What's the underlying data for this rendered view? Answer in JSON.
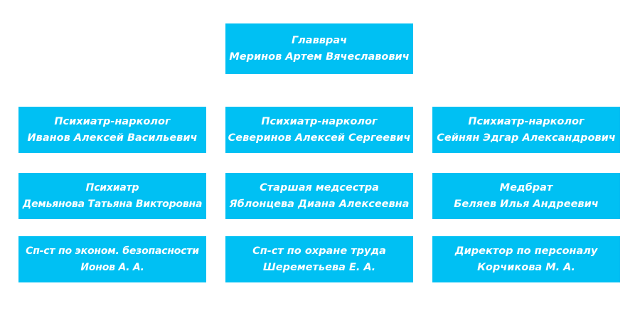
{
  "theme": {
    "node_color": "#00c0f3",
    "node_text_color": "#ffffff",
    "background_color": "#ffffff"
  },
  "chart": {
    "type": "org-chart",
    "top": {
      "role": "Главврач",
      "person": "Меринов Артем Вячеславович"
    },
    "rows": [
      [
        {
          "role": "Психиатр-нарколог",
          "person": "Иванов Алексей Васильевич"
        },
        {
          "role": "Психиатр-нарколог",
          "person": "Северинов Алексей Сергеевич"
        },
        {
          "role": "Психиатр-нарколог",
          "person": "Сейнян Эдгар Александрович"
        }
      ],
      [
        {
          "role": "Психиатр",
          "person": "Демьянова Татьяна Викторовна"
        },
        {
          "role": "Старшая медсестра",
          "person": "Яблонцева Диана Алексеевна"
        },
        {
          "role": "Медбрат",
          "person": "Беляев Илья Андреевич"
        }
      ],
      [
        {
          "role": "Сп-ст по эконом. безопасности",
          "person": "Ионов А. А."
        },
        {
          "role": "Сп-ст по охране труда",
          "person": "Шереметьева Е. А."
        },
        {
          "role": "Директор по персоналу",
          "person": "Корчикова М. А."
        }
      ]
    ]
  }
}
